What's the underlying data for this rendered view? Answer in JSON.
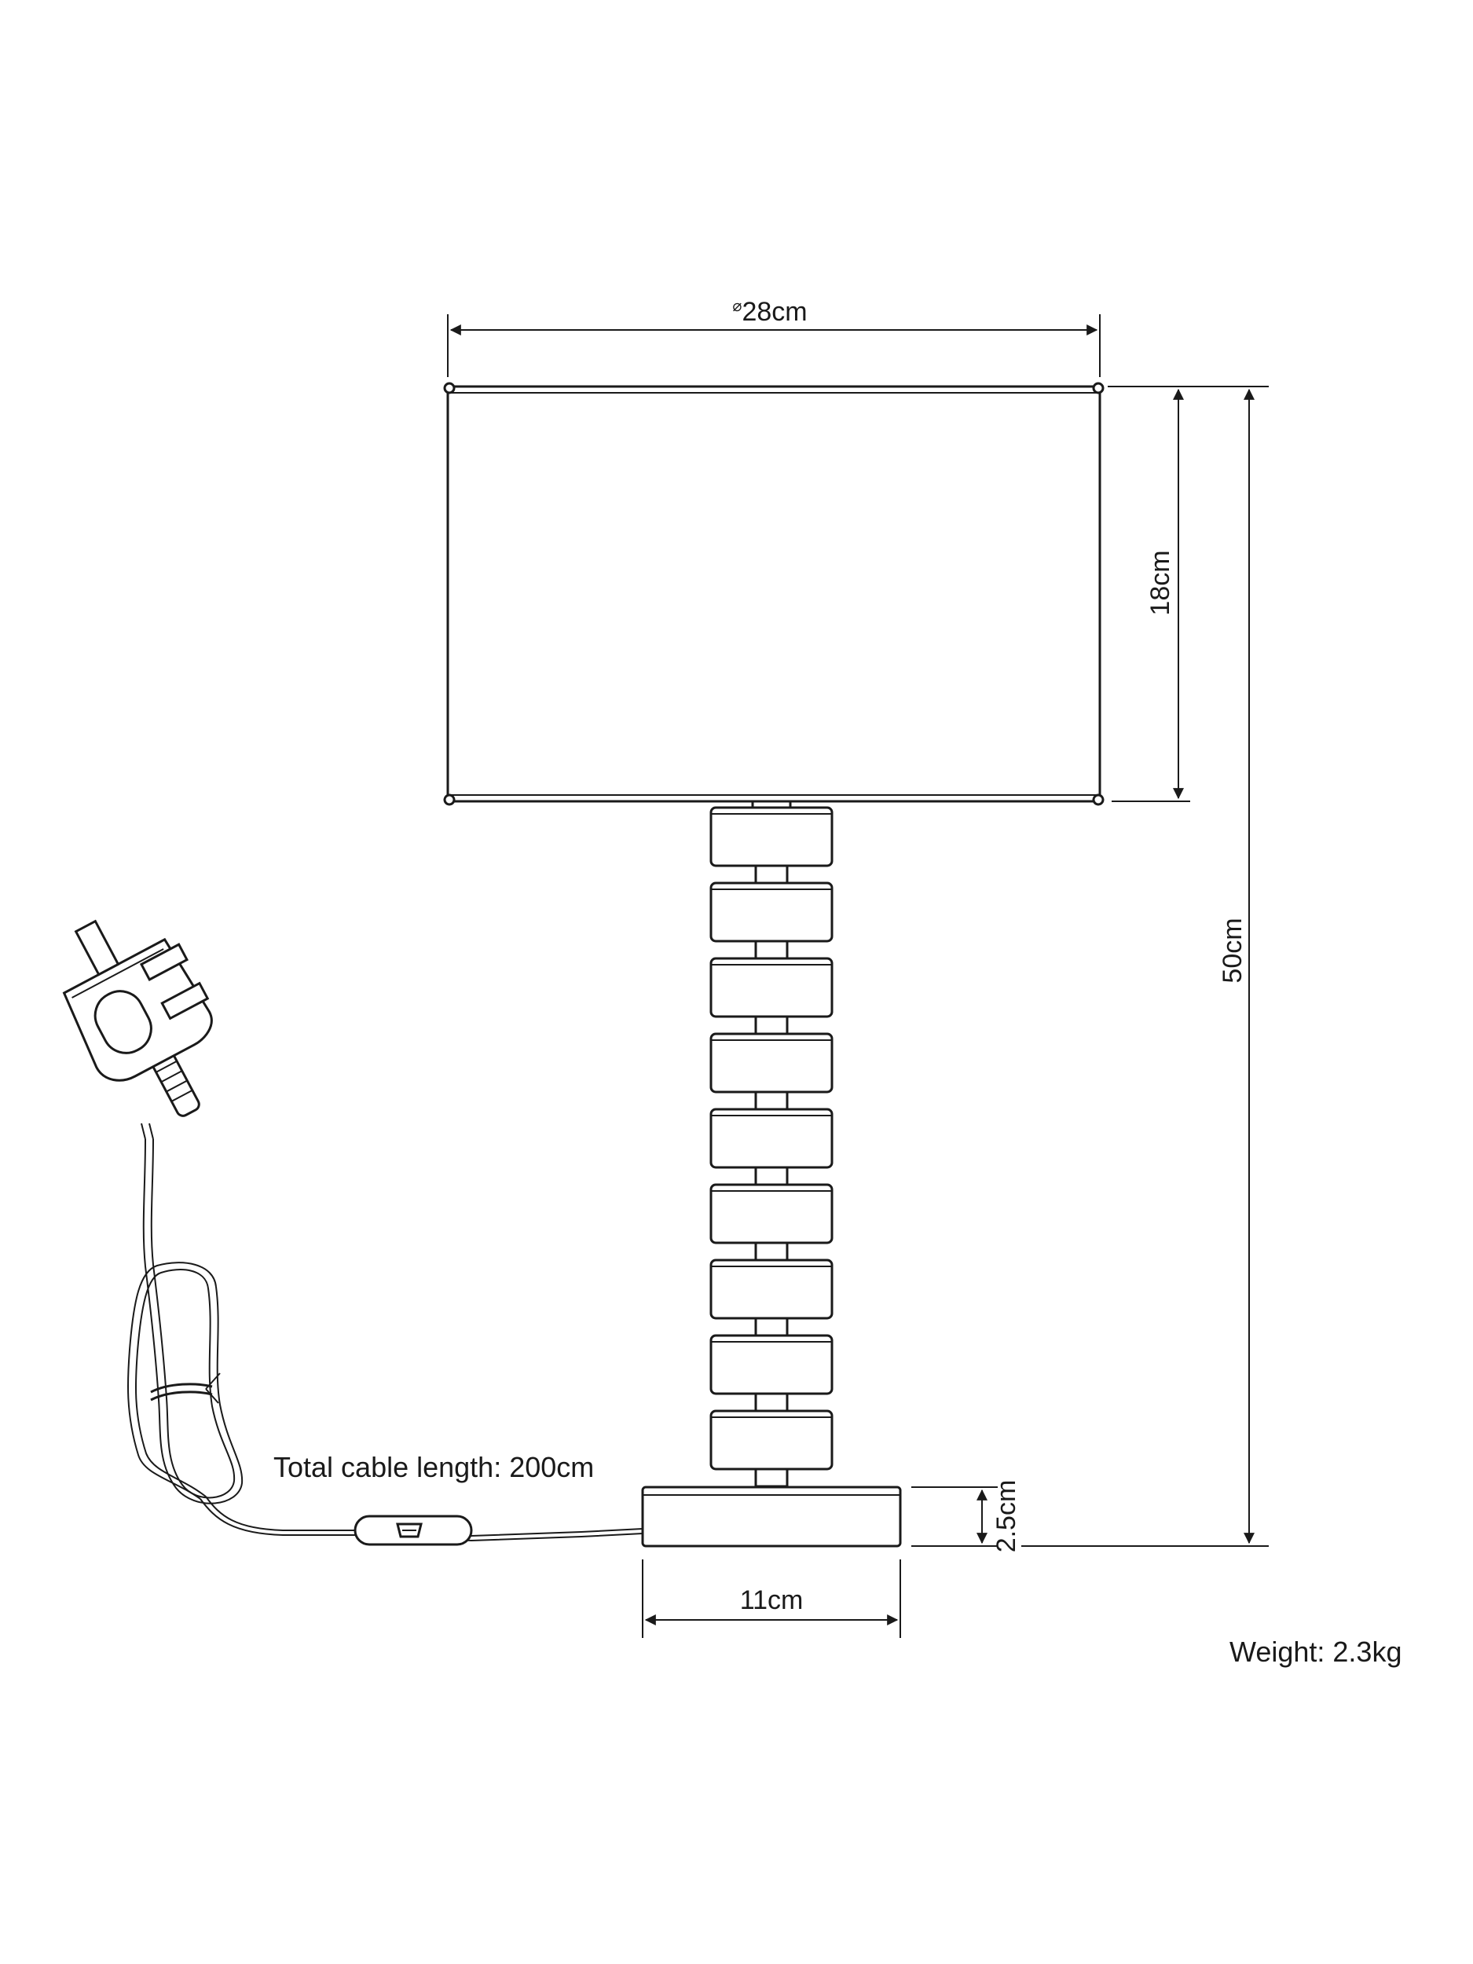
{
  "dimensions": {
    "shade_diameter": "28cm",
    "shade_height": "18cm",
    "total_height": "50cm",
    "base_height": "2.5cm",
    "base_width": "11cm"
  },
  "notes": {
    "cable_length": "Total cable length: 200cm",
    "weight": "Weight: 2.3kg"
  },
  "icons": {
    "plug": "uk-plug-icon",
    "switch": "inline-switch-icon",
    "diameter": "diameter-symbol"
  }
}
